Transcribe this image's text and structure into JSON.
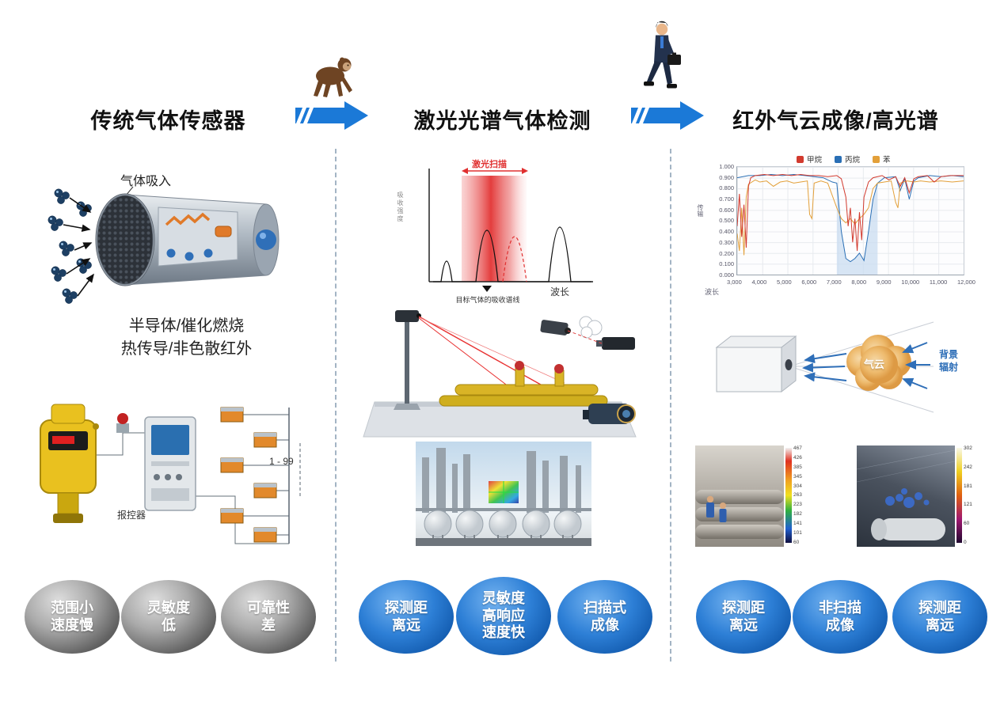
{
  "headers": {
    "traditional": "传统气体传感器",
    "laser": "激光光谱气体检测",
    "infrared": "红外气云成像/高光谱"
  },
  "left": {
    "gas_intake_label": "气体吸入",
    "caption_lines": [
      "半导体/催化燃烧",
      "热传导/非色散红外"
    ],
    "range_label": "1 - 99",
    "controller_label": "报控器"
  },
  "middle": {
    "spectrum": {
      "scan_label": "激光扫描",
      "ylabel": "吸收强度",
      "xlabel": "波长",
      "target_label": "目标气体的吸收谱线"
    }
  },
  "right": {
    "chart": {
      "legend": [
        {
          "label": "甲烷",
          "color": "#d23a2e"
        },
        {
          "label": "丙烷",
          "color": "#2a6fb5"
        },
        {
          "label": "苯",
          "color": "#e3a03a"
        }
      ],
      "ylabel": "传输",
      "xlabel": "波长",
      "y_ticks": [
        "1.000",
        "0.900",
        "0.800",
        "0.700",
        "0.600",
        "0.500",
        "0.400",
        "0.300",
        "0.200",
        "0.100",
        "0.000"
      ],
      "x_ticks": [
        "3,000",
        "4,000",
        "5,000",
        "6,000",
        "7,000",
        "8,000",
        "9,000",
        "10,000",
        "11,000",
        "12,000"
      ]
    },
    "cloud": {
      "cloud_label": "气云",
      "radiation_lines": [
        "背景",
        "辐射"
      ]
    },
    "thermal": {
      "left_scale": [
        "467",
        "426",
        "385",
        "345",
        "304",
        "263",
        "223",
        "182",
        "141",
        "101",
        "60"
      ],
      "right_scale": [
        "302",
        "242",
        "181",
        "121",
        "60",
        "0"
      ]
    }
  },
  "bubbles": {
    "traditional": [
      [
        "范围小",
        "速度慢"
      ],
      [
        "灵敏度",
        "低"
      ],
      [
        "可靠性",
        "差"
      ]
    ],
    "laser": [
      [
        "探测距",
        "离远"
      ],
      [
        "灵敏度",
        "高响应",
        "速度快"
      ],
      [
        "扫描式",
        "成像"
      ]
    ],
    "infrared": [
      [
        "探测距",
        "离远"
      ],
      [
        "非扫描",
        "成像"
      ],
      [
        "探测距",
        "离远"
      ]
    ]
  },
  "colors": {
    "arrow_blue": "#1b79d7",
    "bubble_blue": "#1565c0",
    "bubble_gray": "#6f6f6f",
    "laser_red": "#e03030",
    "pipe_yellow": "#d9b426",
    "cloud_orange": "#eebb6e"
  },
  "chart_data": [
    {
      "type": "line",
      "title": "激光扫描吸收谱示意图",
      "xlabel": "波长",
      "ylabel": "吸收强度",
      "annotations": [
        "激光扫描",
        "目标气体的吸收谱线"
      ],
      "description": "三个窄吸收峰；中间目标气体吸收峰被红色激光扫描波段覆盖"
    },
    {
      "type": "line",
      "title": "红外透射光谱",
      "xlabel": "波长",
      "ylabel": "传输",
      "xlim": [
        3000,
        12000
      ],
      "ylim": [
        0,
        1
      ],
      "grid": true,
      "legend_position": "top",
      "x": [
        3000,
        3500,
        4000,
        4500,
        5000,
        5500,
        6000,
        6500,
        7000,
        7500,
        8000,
        8500,
        9000,
        9500,
        10000,
        10500,
        11000,
        11500,
        12000
      ],
      "series": [
        {
          "name": "甲烷",
          "color": "#d23a2e",
          "values": [
            0.45,
            0.92,
            0.93,
            0.94,
            0.93,
            0.94,
            0.93,
            0.93,
            0.92,
            0.35,
            0.55,
            0.9,
            0.92,
            0.91,
            0.88,
            0.9,
            0.91,
            0.9,
            0.9
          ]
        },
        {
          "name": "丙烷",
          "color": "#2a6fb5",
          "values": [
            0.9,
            0.91,
            0.92,
            0.93,
            0.93,
            0.92,
            0.91,
            0.88,
            0.8,
            0.15,
            0.12,
            0.7,
            0.9,
            0.91,
            0.75,
            0.88,
            0.9,
            0.9,
            0.89
          ]
        },
        {
          "name": "苯",
          "color": "#e3a03a",
          "values": [
            0.4,
            0.85,
            0.87,
            0.86,
            0.8,
            0.85,
            0.55,
            0.85,
            0.84,
            0.6,
            0.55,
            0.8,
            0.85,
            0.45,
            0.84,
            0.85,
            0.84,
            0.84,
            0.85
          ]
        }
      ]
    }
  ]
}
